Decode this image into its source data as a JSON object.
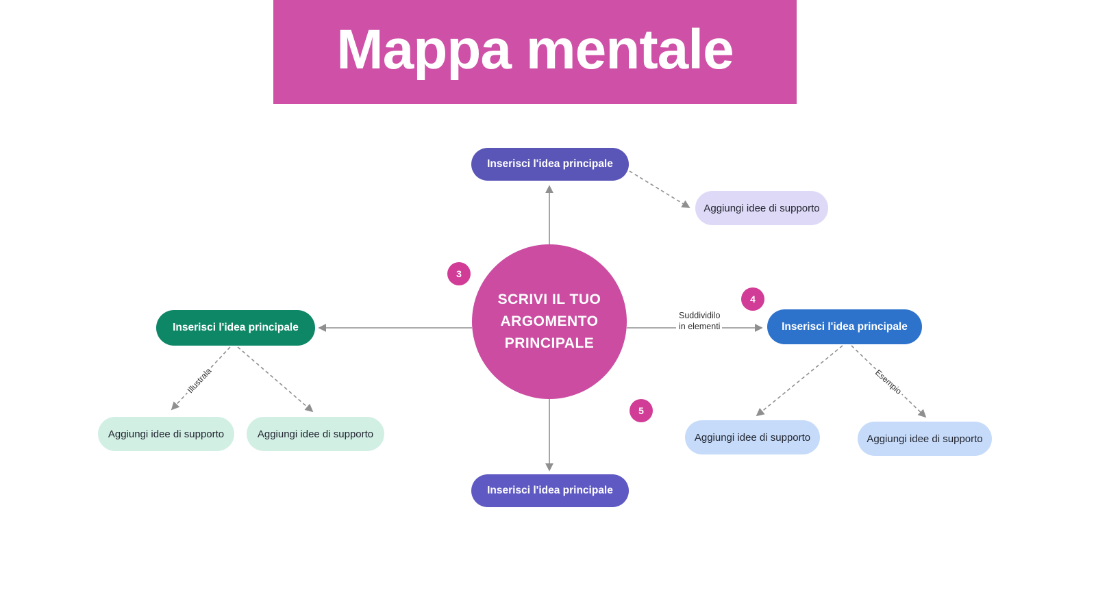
{
  "title": "Mappa mentale",
  "colors": {
    "banner_pink": "#cf50a7",
    "center_pink": "#cb4ca1",
    "badge_pink": "#d13c96",
    "node_purple_top": "#5a56b7",
    "node_purple_bottom": "#5f59c3",
    "node_green": "#0e8766",
    "node_blue": "#2d73cc",
    "support_lavender": "#ded9f6",
    "support_mint": "#d2efe4",
    "support_lightblue": "#c6dbf9",
    "connector_gray": "#8f8f8f"
  },
  "center": {
    "lines": [
      "SCRIVI IL TUO",
      "ARGOMENTO",
      "PRINCIPALE"
    ]
  },
  "nodes": {
    "top": "Inserisci l'idea principale",
    "right": "Inserisci l'idea principale",
    "bottom": "Inserisci l'idea principale",
    "left": "Inserisci l'idea principale"
  },
  "supports": {
    "top_right": "Aggiungi idee di supporto",
    "left_a": "Aggiungi idee di supporto",
    "left_b": "Aggiungi idee di supporto",
    "right_a": "Aggiungi idee di supporto",
    "right_b": "Aggiungi idee di supporto"
  },
  "badges": {
    "three": "3",
    "four": "4",
    "five": "5"
  },
  "edge_labels": {
    "split_line1": "Suddividilo",
    "split_line2": "in elementi",
    "illustrate": "Illustrala",
    "example": "Esempio"
  }
}
